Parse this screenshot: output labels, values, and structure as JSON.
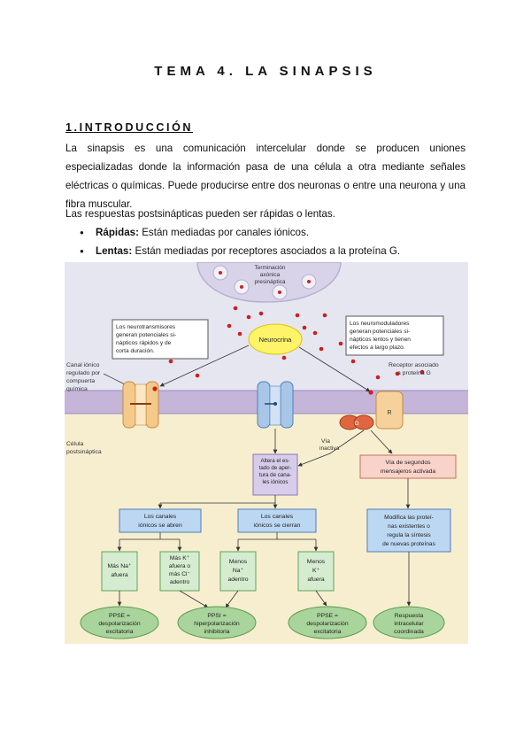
{
  "title": "TEMA 4. LA SINAPSIS",
  "section_heading": "1.INTRODUCCIÓN",
  "intro_paragraph": "La sinapsis es una comunicación intercelular donde se producen uniones especializadas donde la información pasa de una célula a otra mediante señales eléctricas o químicas. Puede producirse entre dos neuronas o entre una neurona y una fibra muscular.",
  "responses_sentence": "Las respuestas postsinápticas pueden ser rápidas o lentas.",
  "bullets": [
    {
      "term": "Rápidas:",
      "text": " Están mediadas por canales iónicos."
    },
    {
      "term": "Lentas:",
      "text": " Están mediadas por receptores asociados a la proteína G."
    }
  ],
  "figure": {
    "terminal_label": [
      "Terminación",
      "axónica",
      "presináptica"
    ],
    "neurocrine_label": "Neurocrina",
    "neurotransmitters_box": [
      "Los neurotransmisores",
      "generan potenciales si-",
      "nápticos rápidos y de",
      "corta duración."
    ],
    "neuromodulators_box": [
      "Los neuromoduladores",
      "generan potenciales si-",
      "nápticos lentos y tienen",
      "efectos a largo plazo."
    ],
    "ligand_channel_label": [
      "Canal iónico",
      "regulado por",
      "compuerta",
      "química"
    ],
    "receptor_g_label": [
      "Receptor asociado",
      "a proteína G"
    ],
    "g_label": "G",
    "receptor_r_label": "R",
    "postsynaptic_label": [
      "Célula",
      "postsináptica"
    ],
    "inactive_label": [
      "Vía",
      "inactiva"
    ],
    "alter_box": [
      "Altera el es-",
      "tado de aper-",
      "tura de cana-",
      "les iónicos"
    ],
    "second_messenger_box": [
      "Vía de segundos",
      "mensajeros activada"
    ],
    "channels_open_box": [
      "Los canales",
      "iónicos se abren"
    ],
    "channels_close_box": [
      "Los canales",
      "iónicos se cierran"
    ],
    "modify_box": [
      "Modifica las proteí-",
      "nas existentes o",
      "regula la síntesis",
      "de nuevas proteínas"
    ],
    "na_in_box": [
      "Más Na⁺",
      "afuera"
    ],
    "k_out_box": [
      "Más K⁺",
      "afuera o",
      "más Cl⁻",
      "adentro"
    ],
    "less_na_box": [
      "Menos",
      "Na⁺",
      "adentro"
    ],
    "less_k_box": [
      "Menos",
      "K⁺",
      "afuera"
    ],
    "ppse1": [
      "PPSE =",
      "despolarización",
      "excitatoria"
    ],
    "ppsi": [
      "PPSI =",
      "hiperpolarización",
      "inhibitoria"
    ],
    "ppse2": [
      "PPSE =",
      "despolarización",
      "excitatoria"
    ],
    "response": [
      "Respuesta",
      "intracelular",
      "coordinada"
    ]
  }
}
